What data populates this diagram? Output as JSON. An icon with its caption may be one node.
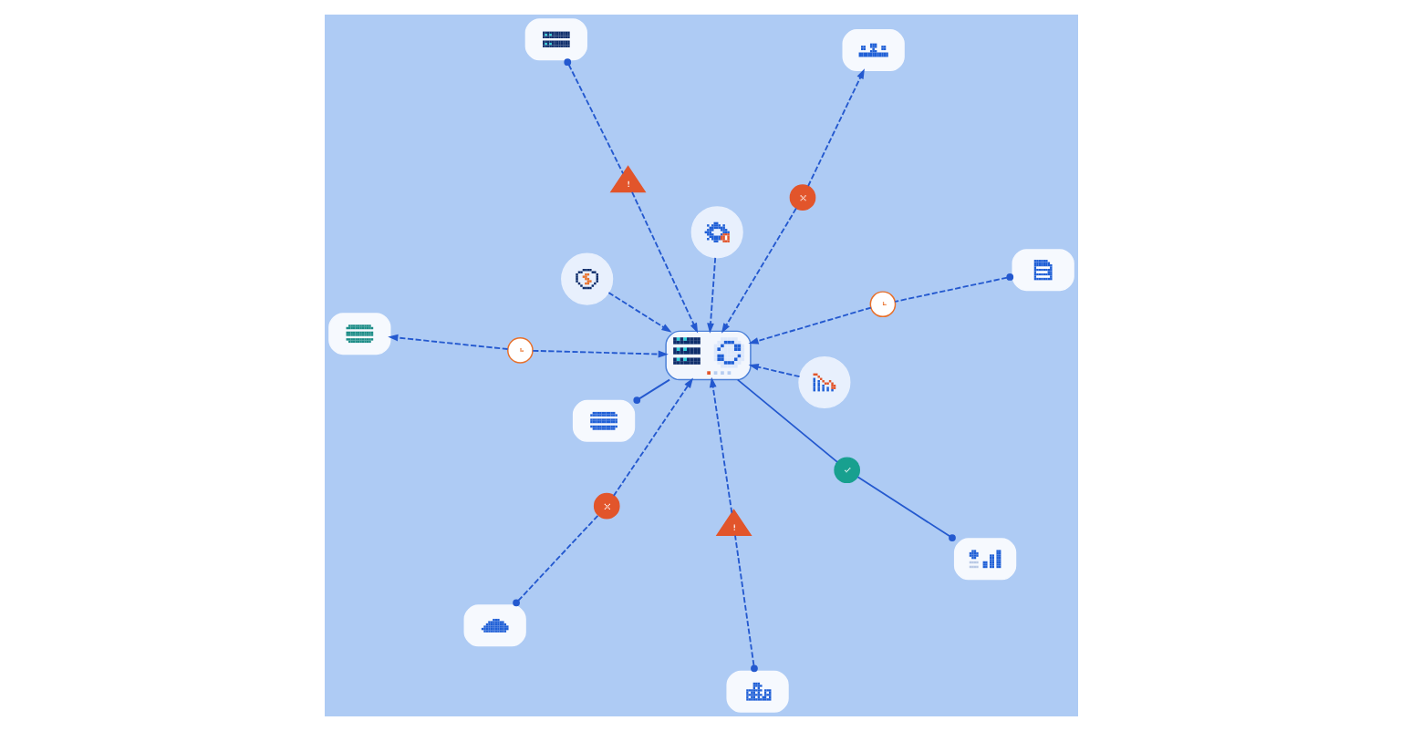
{
  "diagram": {
    "nodes": [
      {
        "text": [],
        "shape": "picture"
      },
      {
        "text": [],
        "shape": "picture"
      },
      {
        "text": [],
        "shape": "circle"
      },
      {
        "text": [],
        "shape": "picture"
      },
      {
        "text": [],
        "shape": "triangle"
      },
      {
        "text": [],
        "shape": "box"
      },
      {
        "text": [],
        "shape": "triangle"
      },
      {
        "text": [],
        "shape": "picture"
      },
      {
        "text": [],
        "shape": "picture"
      },
      {
        "text": [],
        "shape": "circle"
      },
      {
        "text": [],
        "shape": "circle"
      },
      {
        "text": [],
        "shape": "picture"
      },
      {
        "text": [],
        "shape": "picture"
      },
      {
        "text": [],
        "shape": "circle"
      },
      {
        "text": [],
        "shape": "circle"
      },
      {
        "text": [],
        "shape": "picture"
      },
      {
        "text": [],
        "shape": "circle"
      },
      {
        "text": [],
        "shape": "circle"
      },
      {
        "text": [],
        "shape": "circle"
      }
    ],
    "edges": [
      {
        "from": 0,
        "to": 5,
        "arrow": "other"
      },
      {
        "from": 5,
        "to": 2,
        "arrow": "none"
      },
      {
        "from": 1,
        "to": 2,
        "arrow": "other"
      },
      {
        "from": 3,
        "to": 4,
        "arrow": "other",
        "style": "dashed"
      },
      {
        "from": 4,
        "to": 5,
        "arrow": "to",
        "style": "dashed"
      },
      {
        "from": 7,
        "to": 6,
        "arrow": "other",
        "style": "dashed"
      },
      {
        "from": 6,
        "to": 5,
        "arrow": "to",
        "style": "dashed"
      },
      {
        "from": 8,
        "to": 9,
        "arrow": "other",
        "style": "dashed"
      },
      {
        "from": 9,
        "to": 5,
        "arrow": "to",
        "style": "dashed"
      },
      {
        "from": 10,
        "to": 5,
        "arrow": "to",
        "style": "dashed"
      },
      {
        "from": 10,
        "to": 11,
        "arrow": "to",
        "style": "dashed"
      },
      {
        "from": 12,
        "to": 13,
        "arrow": "other",
        "style": "dashed"
      },
      {
        "from": 13,
        "to": 5,
        "arrow": "to",
        "style": "dashed"
      },
      {
        "from": 16,
        "to": 5,
        "arrow": "to",
        "style": "dashed"
      },
      {
        "from": 14,
        "to": 5,
        "arrow": "to",
        "style": "dashed"
      },
      {
        "from": 14,
        "to": 15,
        "arrow": "to",
        "style": "dashed"
      },
      {
        "from": 17,
        "to": 5,
        "arrow": "to",
        "style": "dashed"
      },
      {
        "from": 18,
        "to": 5,
        "arrow": "to",
        "style": "dashed"
      }
    ]
  }
}
